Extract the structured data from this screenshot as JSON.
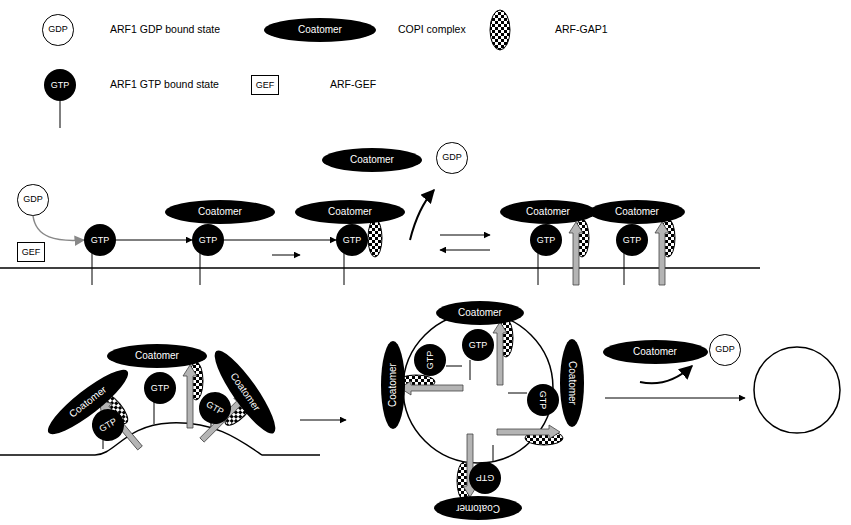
{
  "diagram": {
    "nodes": [
      {
        "text": [
          "GDP"
        ]
      },
      {
        "text": [
          "Coatomer"
        ]
      },
      {
        "text": [
          "GTP"
        ]
      },
      {
        "text": [
          "GEF"
        ]
      },
      {
        "text": [
          "GDP"
        ]
      },
      {
        "text": [
          "GEF"
        ]
      },
      {
        "text": [
          "GTP"
        ]
      },
      {
        "text": [
          "Coatomer"
        ]
      },
      {
        "text": [
          "GTP"
        ]
      },
      {
        "text": [
          "Coatomer"
        ]
      },
      {
        "text": [
          "GTP"
        ]
      },
      {
        "text": [
          "Coatomer"
        ]
      },
      {
        "text": [
          "GDP"
        ]
      },
      {
        "text": [
          "Coatomer"
        ]
      },
      {
        "text": [
          "GTP"
        ]
      },
      {
        "text": [
          "Coatomer"
        ]
      },
      {
        "text": [
          "GTP"
        ]
      },
      {
        "text": [
          "Coatomer"
        ]
      },
      {
        "text": [
          "Coatomer"
        ]
      },
      {
        "text": [
          "Coatomer"
        ]
      },
      {
        "text": [
          "GTP"
        ]
      },
      {
        "text": [
          "GTP"
        ]
      },
      {
        "text": [
          "GTP"
        ]
      },
      {
        "text": [
          "Coatomer"
        ]
      },
      {
        "text": [
          "GTP"
        ]
      },
      {
        "text": [
          "Coatomer"
        ]
      },
      {
        "text": [
          "GTP"
        ]
      },
      {
        "text": [
          "GTP"
        ]
      },
      {
        "text": [
          "Coatomer"
        ]
      },
      {
        "text": [
          "GTP"
        ]
      },
      {
        "text": [
          "Coatomer"
        ]
      },
      {
        "text": [
          "Coatomer"
        ]
      },
      {
        "text": [
          "GDP"
        ]
      }
    ],
    "edges": [
      {
        "from": 4,
        "to": 6,
        "arrow": "to"
      },
      {
        "from": 6,
        "to": 8,
        "arrow": "to"
      },
      {
        "from": 8,
        "to": 10,
        "arrow": "to"
      }
    ],
    "legend": [
      {
        "text": "ARF1 GDP bound state"
      },
      {
        "text": "COPI complex"
      },
      {
        "text": "ARF-GAP1"
      },
      {
        "text": "ARF1 GTP bound state"
      },
      {
        "text": "ARF-GEF"
      }
    ]
  }
}
